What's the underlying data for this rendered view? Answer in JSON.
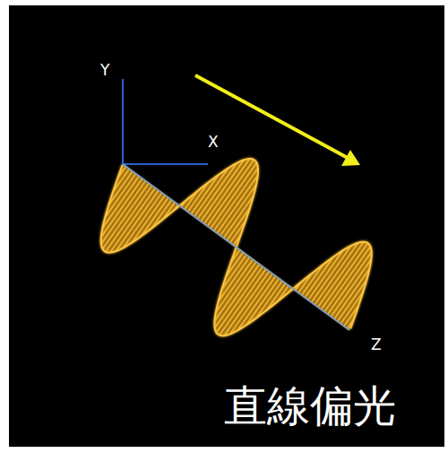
{
  "diagram": {
    "caption": "直線偏光",
    "labels": [
      "Y",
      "X",
      "Z"
    ]
  }
}
